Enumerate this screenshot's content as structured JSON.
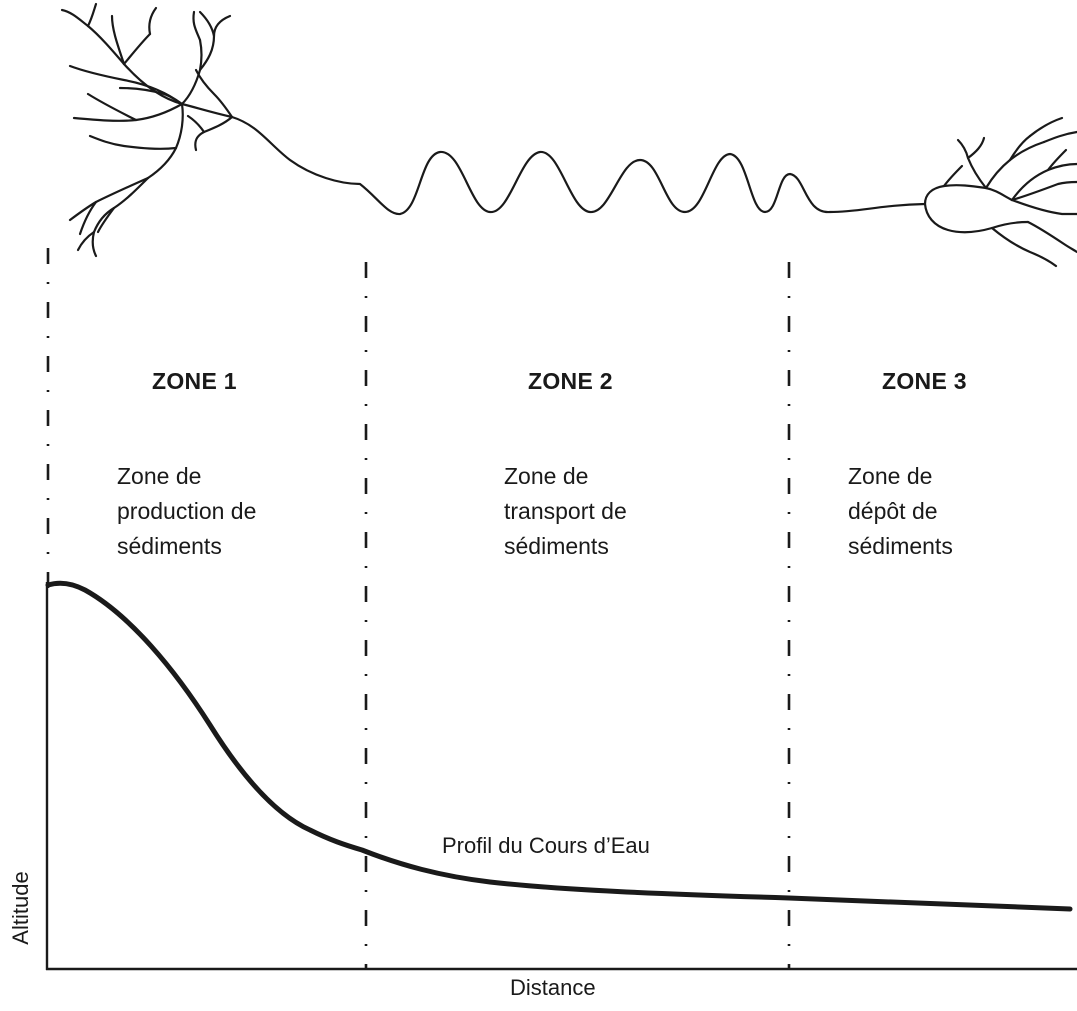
{
  "zones": [
    {
      "title": "ZONE 1",
      "description": [
        "Zone de",
        "production de",
        "sédiments"
      ]
    },
    {
      "title": "ZONE 2",
      "description": [
        "Zone de",
        "transport de",
        "sédiments"
      ]
    },
    {
      "title": "ZONE 3",
      "description": [
        "Zone de",
        "dépôt de",
        "sédiments"
      ]
    }
  ],
  "profile_label": "Profil du Cours d’Eau",
  "axes": {
    "x_label": "Distance",
    "y_label": "Altitude"
  },
  "colors": {
    "ink": "#1a1a1a",
    "background": "#ffffff"
  }
}
